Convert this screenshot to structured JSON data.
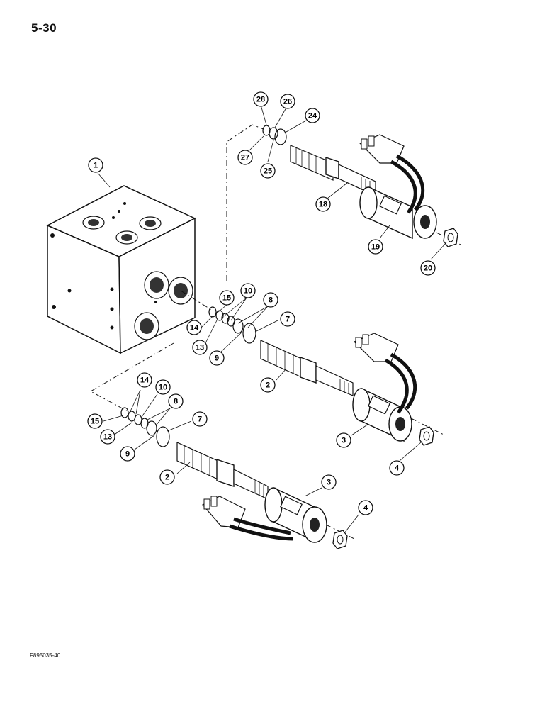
{
  "page": {
    "number": "5-30",
    "figure_code": "F895035-40"
  },
  "callouts": [
    {
      "id": "c28",
      "label": "28"
    },
    {
      "id": "c26",
      "label": "26"
    },
    {
      "id": "c24",
      "label": "24"
    },
    {
      "id": "c27",
      "label": "27"
    },
    {
      "id": "c25",
      "label": "25"
    },
    {
      "id": "c18",
      "label": "18"
    },
    {
      "id": "c19",
      "label": "19"
    },
    {
      "id": "c20",
      "label": "20"
    },
    {
      "id": "c1",
      "label": "1"
    },
    {
      "id": "c15a",
      "label": "15"
    },
    {
      "id": "c10a",
      "label": "10"
    },
    {
      "id": "c8a",
      "label": "8"
    },
    {
      "id": "c7a",
      "label": "7"
    },
    {
      "id": "c14a",
      "label": "14"
    },
    {
      "id": "c13a",
      "label": "13"
    },
    {
      "id": "c9a",
      "label": "9"
    },
    {
      "id": "c2a",
      "label": "2"
    },
    {
      "id": "c3a",
      "label": "3"
    },
    {
      "id": "c4a",
      "label": "4"
    },
    {
      "id": "c14b",
      "label": "14"
    },
    {
      "id": "c10b",
      "label": "10"
    },
    {
      "id": "c8b",
      "label": "8"
    },
    {
      "id": "c15b",
      "label": "15"
    },
    {
      "id": "c7b",
      "label": "7"
    },
    {
      "id": "c13b",
      "label": "13"
    },
    {
      "id": "c9b",
      "label": "9"
    },
    {
      "id": "c2b",
      "label": "2"
    },
    {
      "id": "c3b",
      "label": "3"
    },
    {
      "id": "c4b",
      "label": "4"
    }
  ]
}
